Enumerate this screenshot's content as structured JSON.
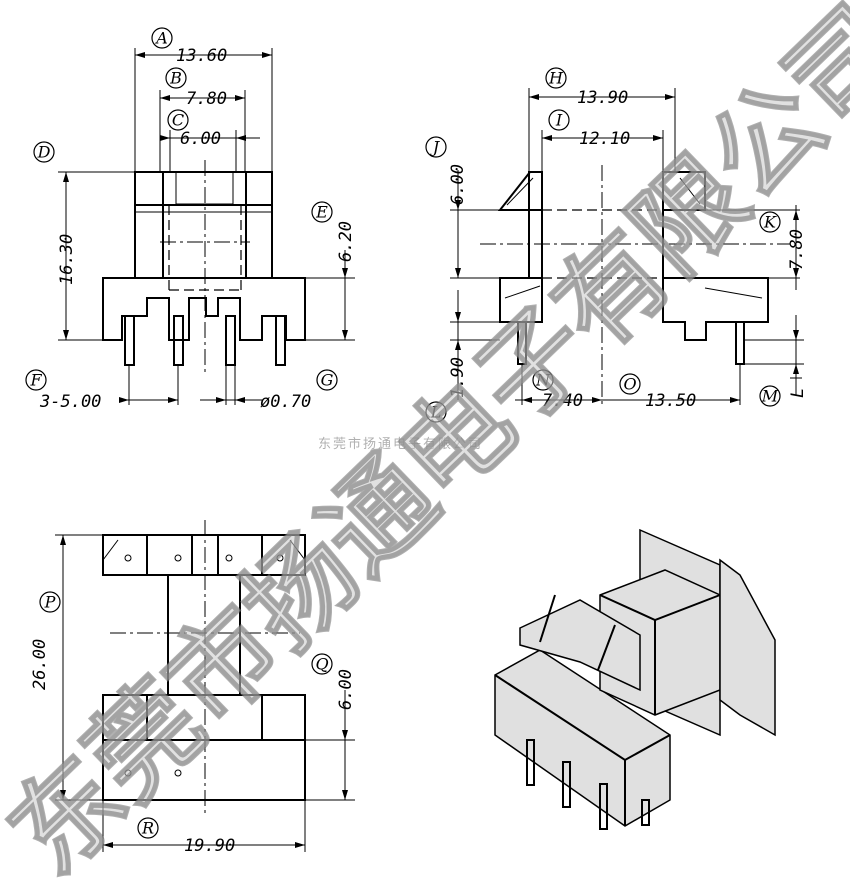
{
  "dimensions": {
    "A": "13.60",
    "B": "7.80",
    "C": "6.00",
    "D": "16.30",
    "E": "6.20",
    "F": "3-5.00",
    "G": "ø0.70",
    "H": "13.90",
    "I": "12.10",
    "J": "6.00",
    "K": "7.80",
    "L": "1.90",
    "N": "7.40",
    "O": "13.50",
    "P": "26.00",
    "Q": "6.00",
    "R": "19.90"
  },
  "labels": {
    "A": "A",
    "B": "B",
    "C": "C",
    "D": "D",
    "E": "E",
    "F": "F",
    "G": "G",
    "H": "H",
    "I": "I",
    "J": "J",
    "K": "K",
    "L": "L",
    "M": "M",
    "N": "N",
    "O": "O",
    "P": "P",
    "Q": "Q",
    "R": "R"
  },
  "letter_L": "L",
  "caption": "东莞市扬通电子有限公司",
  "watermark": "东莞市扬通电子有限公司"
}
